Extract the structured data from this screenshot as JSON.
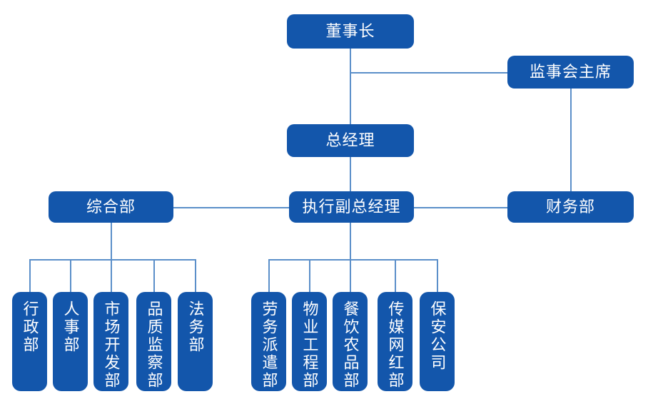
{
  "chart": {
    "title": "",
    "type": "org-chart",
    "colors": {
      "node_fill": "#1356ab",
      "node_text": "#ffffff",
      "connector": "#5b8fc9",
      "background": "#ffffff"
    },
    "nodes": {
      "chairman": {
        "label": "董事长"
      },
      "supervisor_chair": {
        "label": "监事会主席"
      },
      "general_manager": {
        "label": "总经理"
      },
      "general_affairs": {
        "label": "综合部"
      },
      "exec_deputy_gm": {
        "label": "执行副总经理"
      },
      "finance": {
        "label": "财务部"
      }
    },
    "left_departments": [
      {
        "label": "行政部"
      },
      {
        "label": "人事部"
      },
      {
        "label": "市场开发部"
      },
      {
        "label": "品质监察部"
      },
      {
        "label": "法务部"
      }
    ],
    "right_departments": [
      {
        "label": "劳务派遣部"
      },
      {
        "label": "物业工程部"
      },
      {
        "label": "餐饮农品部"
      },
      {
        "label": "传媒网红部"
      },
      {
        "label": "保安公司"
      }
    ]
  }
}
